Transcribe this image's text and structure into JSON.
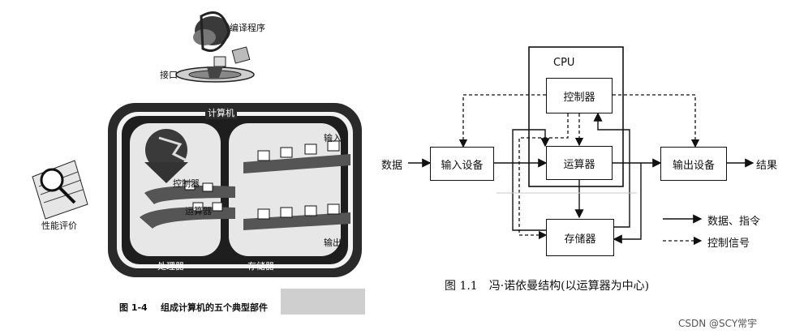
{
  "left_figure": {
    "label_compiler": "编译程序",
    "label_interface": "接口",
    "label_computer": "计算机",
    "label_controller": "控制器",
    "label_alu": "运算器",
    "label_input": "输入",
    "label_output": "输出",
    "label_processor": "处理器",
    "label_memory": "存储器",
    "label_performance": "性能评价",
    "caption_num": "图 1-4",
    "caption_text": "组成计算机的五个典型部件"
  },
  "right_figure": {
    "cpu_label": "CPU",
    "controller": "控制器",
    "alu": "运算器",
    "memory": "存储器",
    "input_device": "输入设备",
    "output_device": "输出设备",
    "data_in": "数据",
    "result_out": "结果",
    "legend_data": "数据、指令",
    "legend_control": "控制信号",
    "caption": "图 1.1　冯·诺依曼结构(以运算器为中心)"
  },
  "watermark": "CSDN @SCY常宇",
  "colors": {
    "ink": "#111111",
    "dark": "#2a2a2a",
    "gray": "#9a9a9a"
  }
}
